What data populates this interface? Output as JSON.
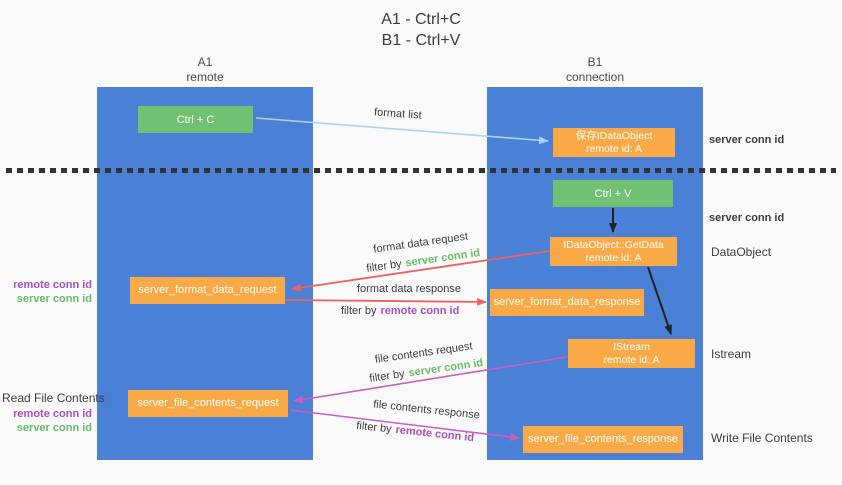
{
  "title": {
    "line1": "A1 - Ctrl+C",
    "line2": "B1 - Ctrl+V"
  },
  "lanes": {
    "a1": {
      "name": "A1",
      "role": "remote"
    },
    "b1": {
      "name": "B1",
      "role": "connection"
    }
  },
  "boxes": {
    "ctrl_c": {
      "label": "Ctrl + C"
    },
    "save_idataobject": {
      "line1": "保存IDataObject",
      "line2": "remote id: A"
    },
    "ctrl_v": {
      "label": "Ctrl + V"
    },
    "getdata": {
      "line1": "IDataObject::GetData",
      "line2": "remote id: A"
    },
    "istream": {
      "line1": "IStream",
      "line2": "remote id: A"
    },
    "format_request": {
      "label": "server_format_data_request"
    },
    "format_response": {
      "label": "server_format_data_response"
    },
    "file_request": {
      "label": "server_file_contents_request"
    },
    "file_response": {
      "label": "server_file_contents_response"
    }
  },
  "arrows": {
    "format_list": {
      "label": "format list"
    },
    "format_data_request": {
      "label": "format data request",
      "filter_by": "filter by",
      "filter_key": "server conn id"
    },
    "format_data_response": {
      "label": "format data response",
      "filter_by": "filter by",
      "filter_key": "remote conn id"
    },
    "file_contents_request": {
      "label": "file contents request",
      "filter_by": "filter by",
      "filter_key": "server conn id"
    },
    "file_contents_response": {
      "label": "file contents response",
      "filter_by": "filter by",
      "filter_key": "remote conn id"
    }
  },
  "annotations": {
    "right": {
      "server_conn_id_1": "server conn id",
      "server_conn_id_2": "server conn id",
      "dataobject": "DataObject",
      "istream": "Istream",
      "write_file_contents": "Write File Contents"
    },
    "left": {
      "format_remote_conn_id": "remote conn id",
      "format_server_conn_id": "server conn id",
      "read_file_contents": "Read File Contents",
      "file_remote_conn_id": "remote conn id",
      "file_server_conn_id": "server conn id"
    }
  },
  "colors": {
    "background": "#fafafa",
    "lane_blue": "#4a80d6",
    "box_green": "#71c173",
    "box_orange": "#f9aa47",
    "arrow_light_blue": "#aad4f5",
    "arrow_red": "#ee6161",
    "arrow_magenta": "#cb5ec6",
    "arrow_black": "#222222",
    "text_green": "#67bd67",
    "text_purple": "#a94ec9",
    "text_dark": "#3d3d3d"
  }
}
